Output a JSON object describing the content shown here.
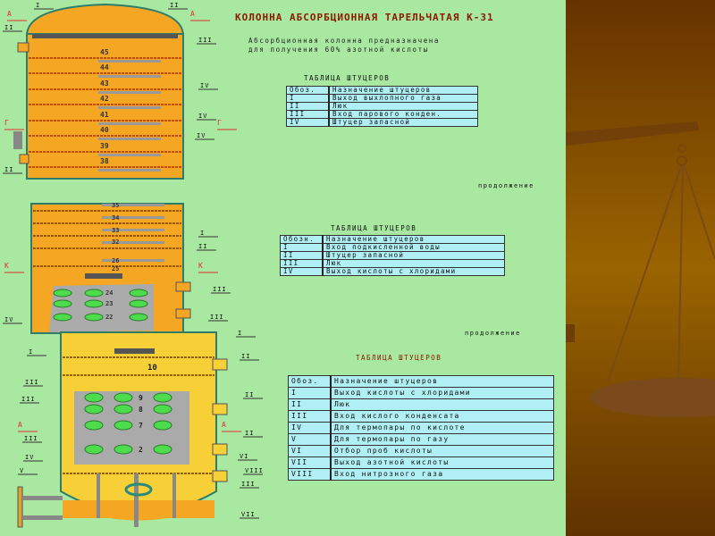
{
  "title": "КОЛОННА АБСОРБЦИОННАЯ  ТАРЕЛЬЧАТАЯ  К-31",
  "description": [
    "Абсорбционная колонна предназначена",
    "для получения 60% азотной кислоты"
  ],
  "continuation_label": "продолжение",
  "colors": {
    "panel": "#a8e8a0",
    "background": "#6b3a05",
    "vessel": "#f5a623",
    "table": "#b0f0f4",
    "title": "#8b1a00"
  },
  "tables": [
    {
      "caption": "ТАБЛИЦА ШТУЦЕРОВ",
      "header": [
        "Обоз.",
        "Назначение штуцеров"
      ],
      "rows": [
        [
          "I",
          "Выход выхлопного газа"
        ],
        [
          "II",
          "Люк"
        ],
        [
          "III",
          "Вход парового конден."
        ],
        [
          "IV",
          "Штуцер запасной"
        ]
      ]
    },
    {
      "caption": "ТАБЛИЦА ШТУЦЕРОВ",
      "header": [
        "Обозн.",
        "Назначение штуцеров"
      ],
      "rows": [
        [
          "I",
          "Вход подкисленной воды"
        ],
        [
          "II",
          "Штуцер запасной"
        ],
        [
          "III",
          "Люк"
        ],
        [
          "IV",
          "Выход кислоты с хлоридами"
        ]
      ]
    },
    {
      "caption": "ТАБЛИЦА ШТУЦЕРОВ",
      "header": [
        "Обоз.",
        "Назначение штуцеров"
      ],
      "rows": [
        [
          "I",
          "Выход кислоты с хлоридами"
        ],
        [
          "II",
          "Люк"
        ],
        [
          "III",
          "Вход кислого конденсата"
        ],
        [
          "IV",
          "Для термопары по кислоте"
        ],
        [
          "V",
          "Для термопары по газу"
        ],
        [
          "VI",
          "Отбор проб кислоты"
        ],
        [
          "VII",
          "Выход азотной кислоты"
        ],
        [
          "VIII",
          "Вход нитрозного газа"
        ]
      ]
    }
  ],
  "diagram": {
    "top_trays": [
      "45",
      "44",
      "43",
      "42",
      "41",
      "40",
      "39",
      "38"
    ],
    "middle_trays": [
      "35",
      "34",
      "33",
      "32",
      "26",
      "25"
    ],
    "middle_gray_trays": [
      "24",
      "23",
      "22"
    ],
    "bottom_trays": [
      "10",
      "9",
      "8",
      "7",
      "2"
    ],
    "top_labels": [
      "I",
      "II",
      "II",
      "III",
      "IV",
      "IV",
      "IV",
      "II"
    ],
    "middle_labels": [
      "I",
      "II",
      "III",
      "III",
      "IV"
    ],
    "bottom_labels": [
      "I",
      "I",
      "II",
      "III",
      "III",
      "II",
      "III",
      "II",
      "IV",
      "V",
      "VI",
      "VIII",
      "III",
      "VII"
    ],
    "section_marks": [
      "А",
      "А",
      "Г",
      "Г",
      "К",
      "К",
      "А",
      "А"
    ]
  }
}
